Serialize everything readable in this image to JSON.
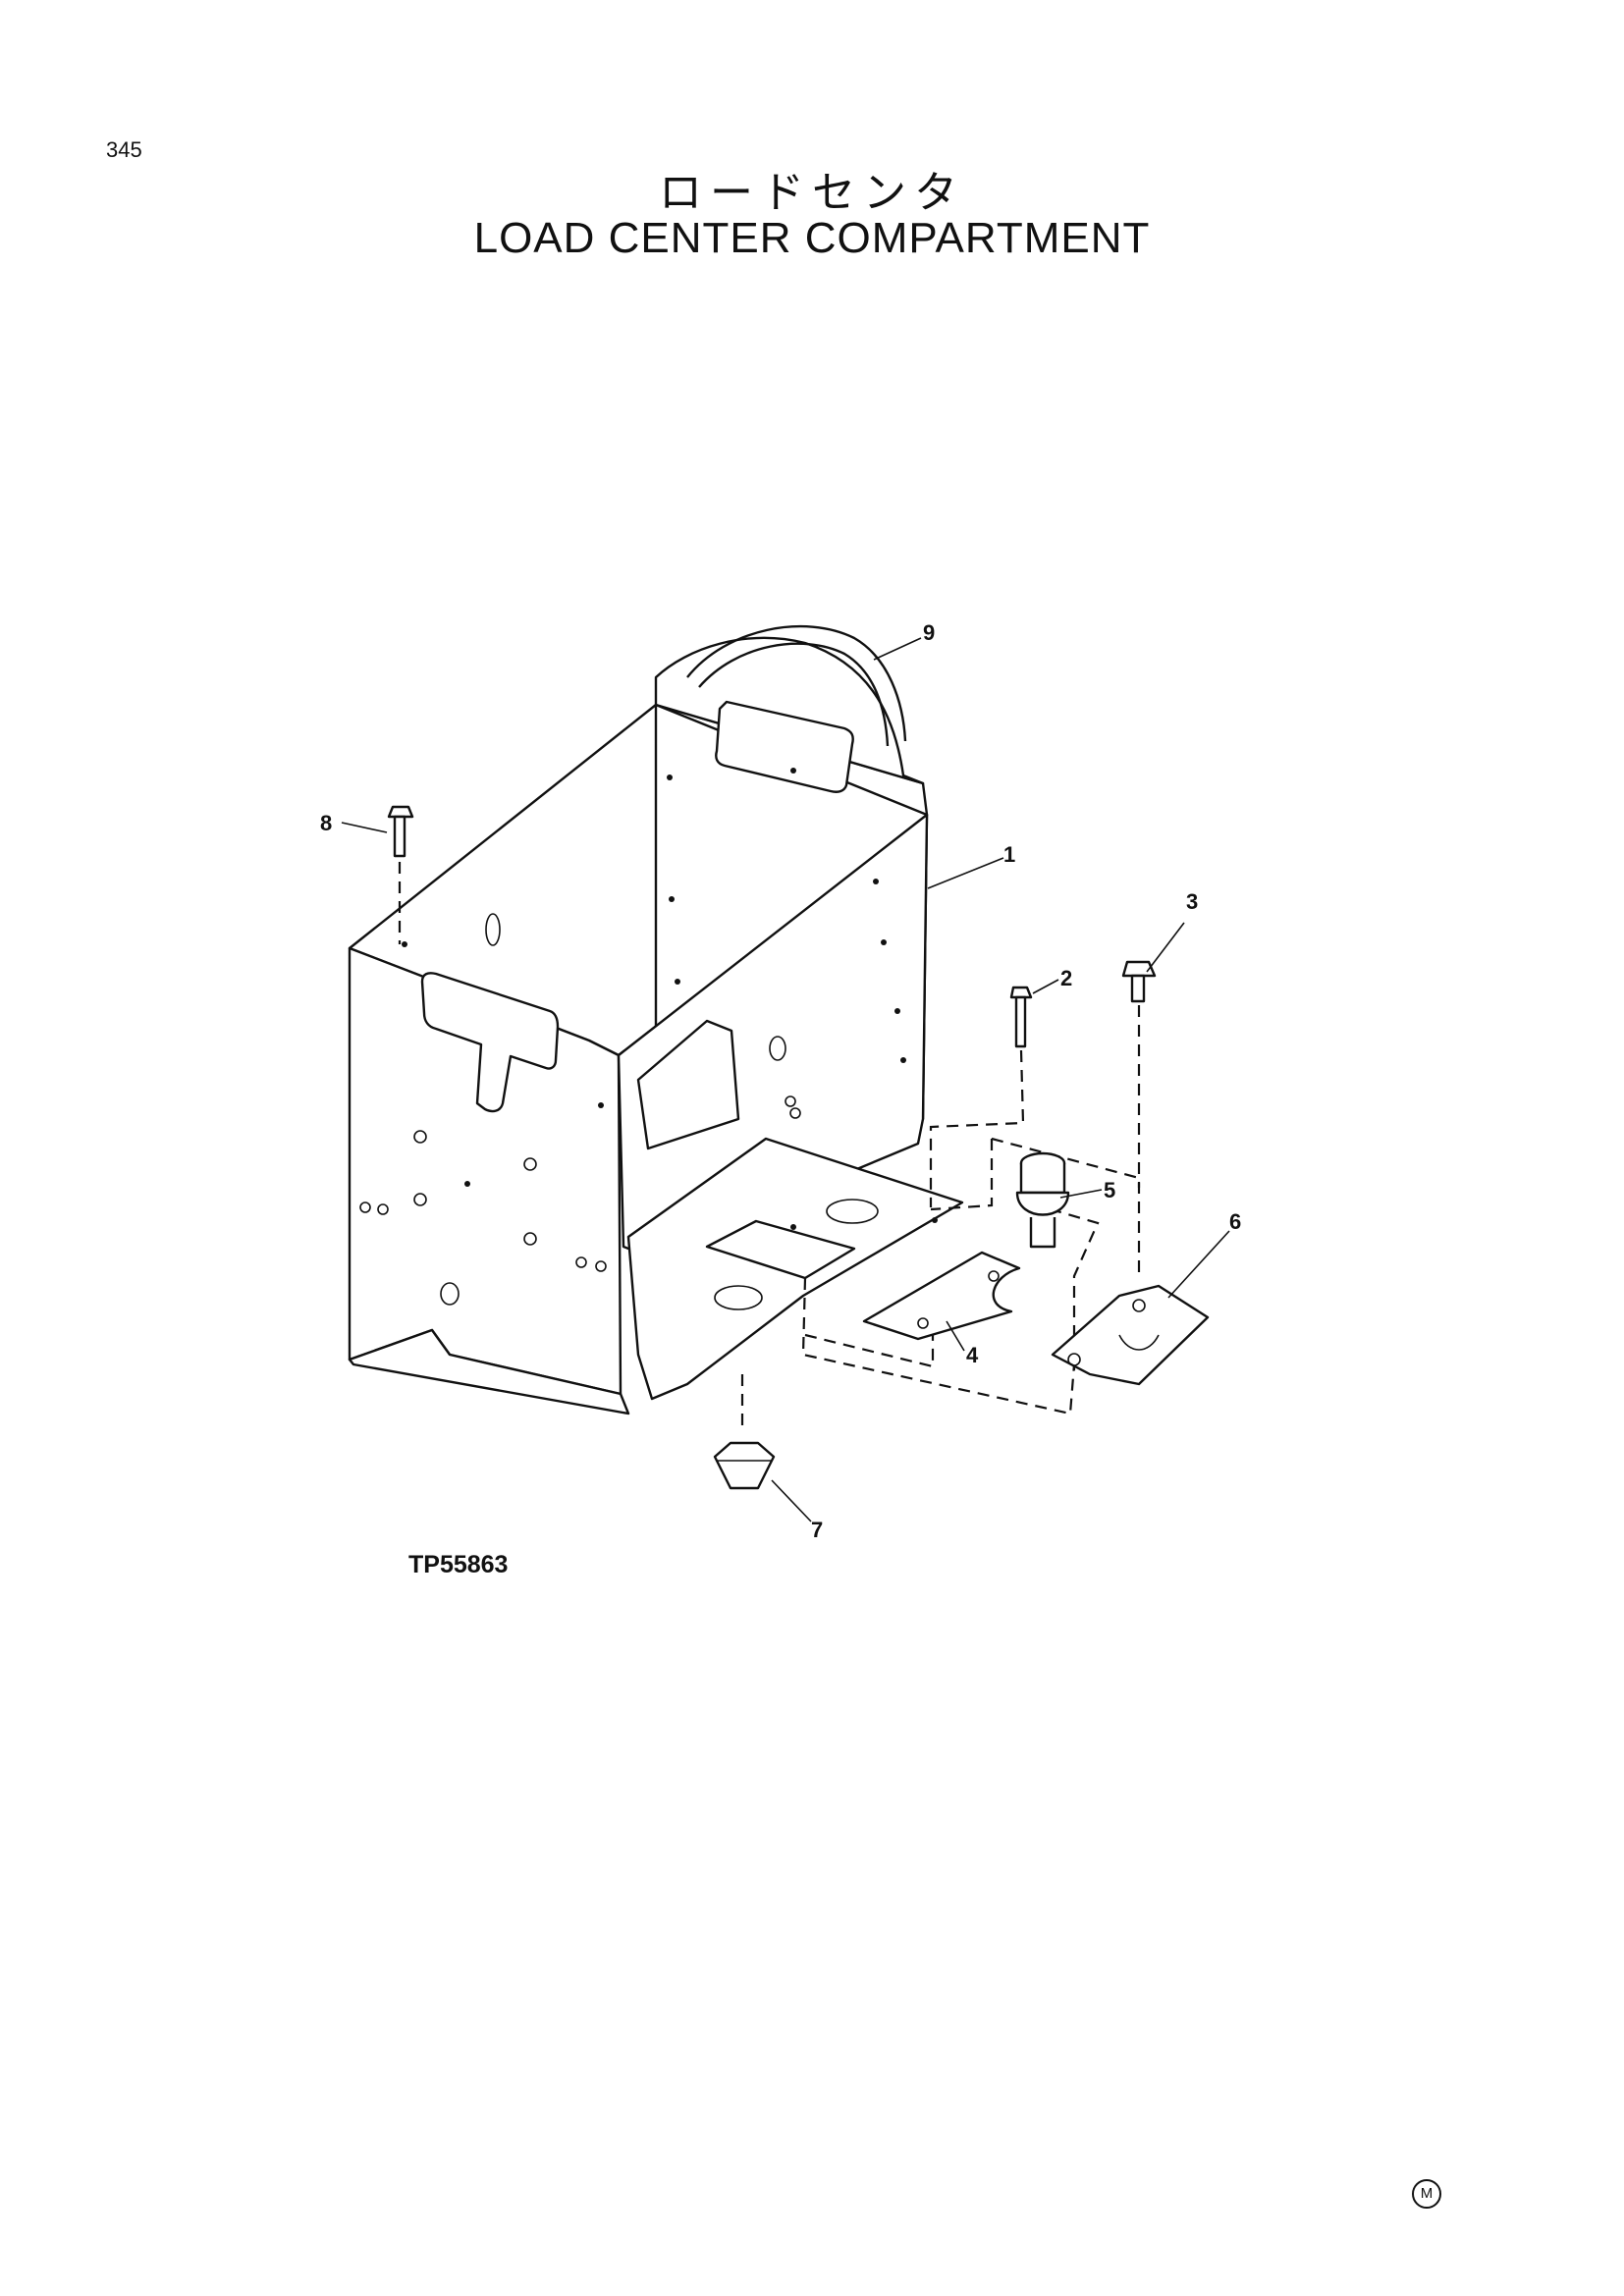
{
  "page": {
    "number": "345",
    "title_jp": "ロードセンタ",
    "title_en": "LOAD CENTER COMPARTMENT",
    "figure_code": "TP55863",
    "corner_mark": "M"
  },
  "callouts": [
    "1",
    "2",
    "3",
    "4",
    "5",
    "6",
    "7",
    "8",
    "9"
  ]
}
